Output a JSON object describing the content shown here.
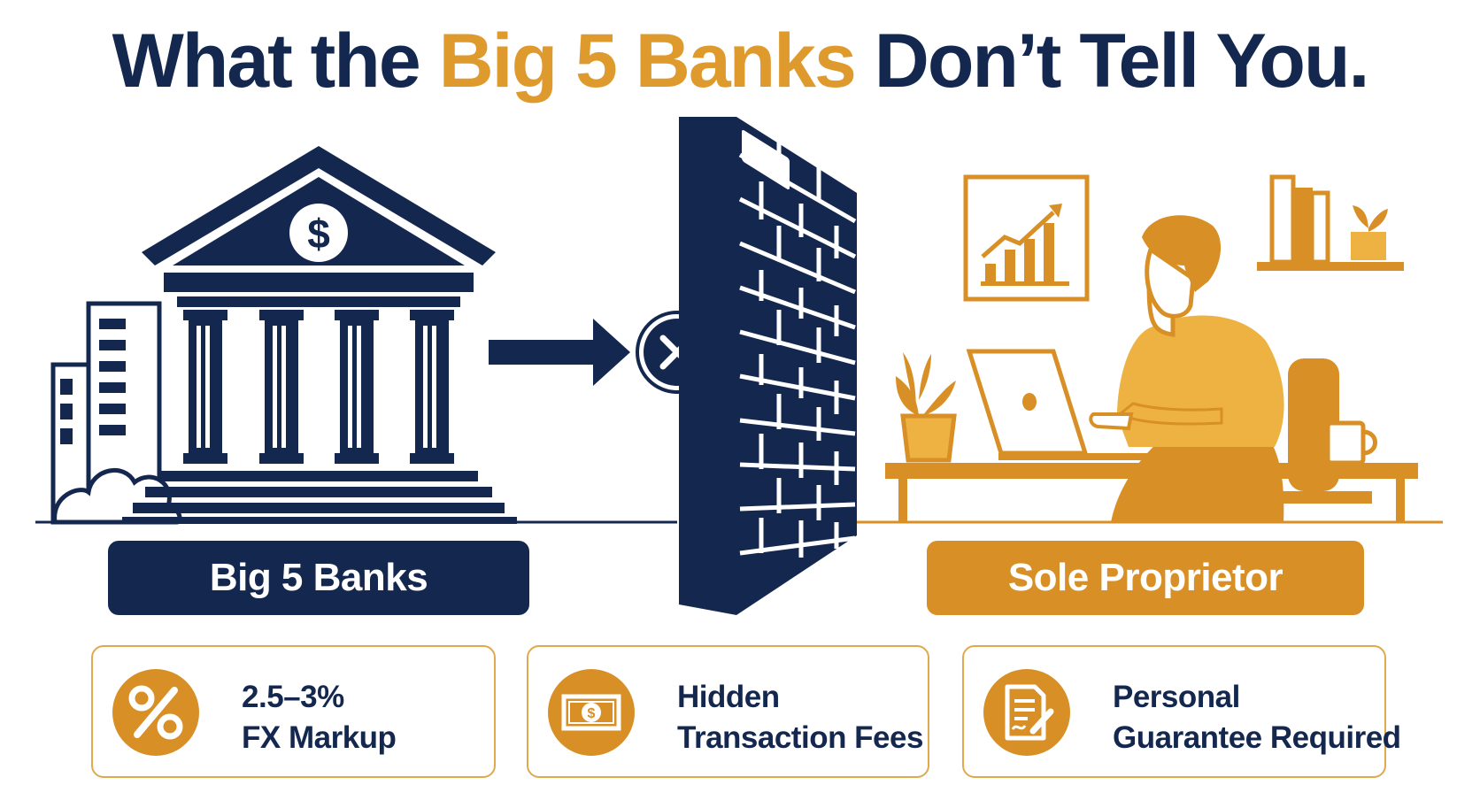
{
  "title": {
    "part1": "What the ",
    "highlight": "Big 5 Banks",
    "part2": " Don’t Tell You."
  },
  "labels": {
    "bank": "Big 5 Banks",
    "sole": "Sole Proprietor"
  },
  "bank_sign": "$",
  "cards": [
    {
      "line1": "2.5–3%",
      "line2": "FX Markup",
      "icon": "percent-icon"
    },
    {
      "line1": "Hidden",
      "line2": "Transaction Fees",
      "icon": "banknote-icon"
    },
    {
      "line1": "Personal",
      "line2": "Guarantee Required",
      "icon": "signed-document-icon"
    }
  ],
  "colors": {
    "navy": "#14284f",
    "accent": "#df9a2e",
    "orange": "#d88f26",
    "light_orange": "#eeb243"
  }
}
